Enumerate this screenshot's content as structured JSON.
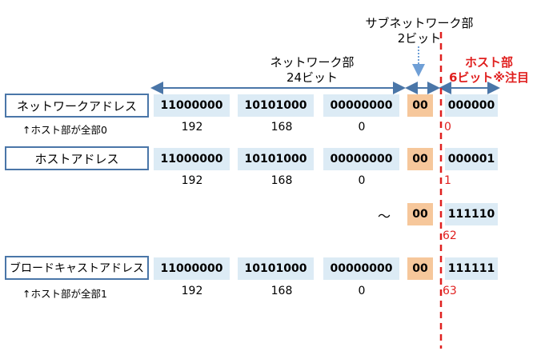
{
  "headers": {
    "subnet_part": "サブネットワーク部",
    "subnet_bits": "2ビット",
    "network_part": "ネットワーク部",
    "network_bits": "24ビット",
    "host_part": "ホスト部",
    "host_bits": "6ビット※注目"
  },
  "rows": {
    "network": {
      "label": "ネットワークアドレス",
      "octet1": "11000000",
      "octet2": "10101000",
      "octet3": "00000000",
      "subnet": "00",
      "host": "000000",
      "dec1": "192",
      "dec2": "168",
      "dec3": "0",
      "host_dec": "0",
      "note": "↑ホスト部が全部0"
    },
    "host": {
      "label": "ホストアドレス",
      "octet1": "11000000",
      "octet2": "10101000",
      "octet3": "00000000",
      "subnet": "00",
      "host": "000001",
      "dec1": "192",
      "dec2": "168",
      "dec3": "0",
      "host_dec": "1"
    },
    "range": {
      "tilde": "～",
      "subnet": "00",
      "host": "111110",
      "host_dec": "62"
    },
    "broadcast": {
      "label": "ブロードキャストアドレス",
      "octet1": "11000000",
      "octet2": "10101000",
      "octet3": "00000000",
      "subnet": "00",
      "host": "111111",
      "dec1": "192",
      "dec2": "168",
      "dec3": "0",
      "host_dec": "63",
      "note": "↑ホスト部が全部1"
    }
  },
  "colors": {
    "accent_blue": "#4a76a8",
    "binary_bg": "#dcebf5",
    "subnet_bg": "#f6c79b",
    "red": "#e0201f"
  }
}
